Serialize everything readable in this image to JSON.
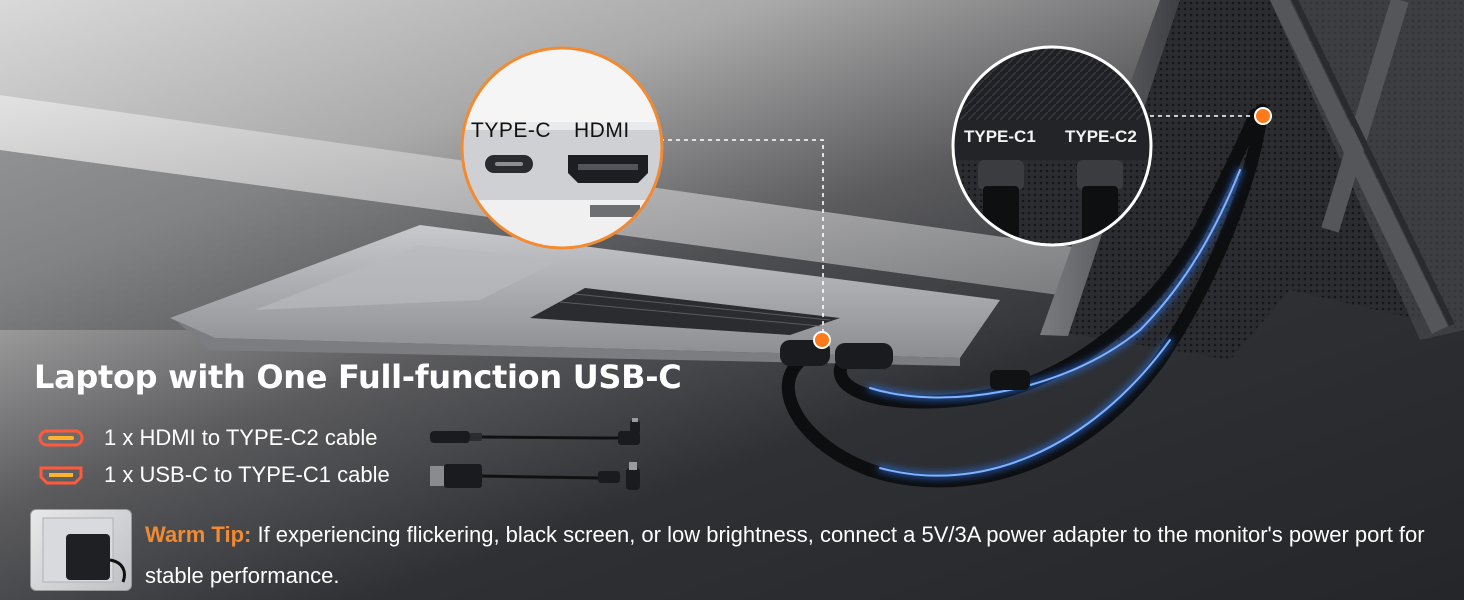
{
  "zoom_left": {
    "label_1": "TYPE-C",
    "label_2": "HDMI"
  },
  "zoom_right": {
    "label_1": "TYPE-C1",
    "label_2": "TYPE-C2"
  },
  "heading": "Laptop with One Full-function USB-C",
  "cables": [
    {
      "text": "1 x HDMI to TYPE-C2 cable",
      "icon": "usb-c-port-icon"
    },
    {
      "text": "1 x USB-C to TYPE-C1 cable",
      "icon": "hdmi-port-icon"
    }
  ],
  "tip": {
    "label": "Warm Tip:",
    "text": " If experiencing flickering, black screen, or low brightness, connect a 5V/3A power adapter to the monitor's power port for stable performance."
  },
  "colors": {
    "accent": "#f28a32",
    "glow": "#2f7bff",
    "marker": "#ff7a1a"
  }
}
